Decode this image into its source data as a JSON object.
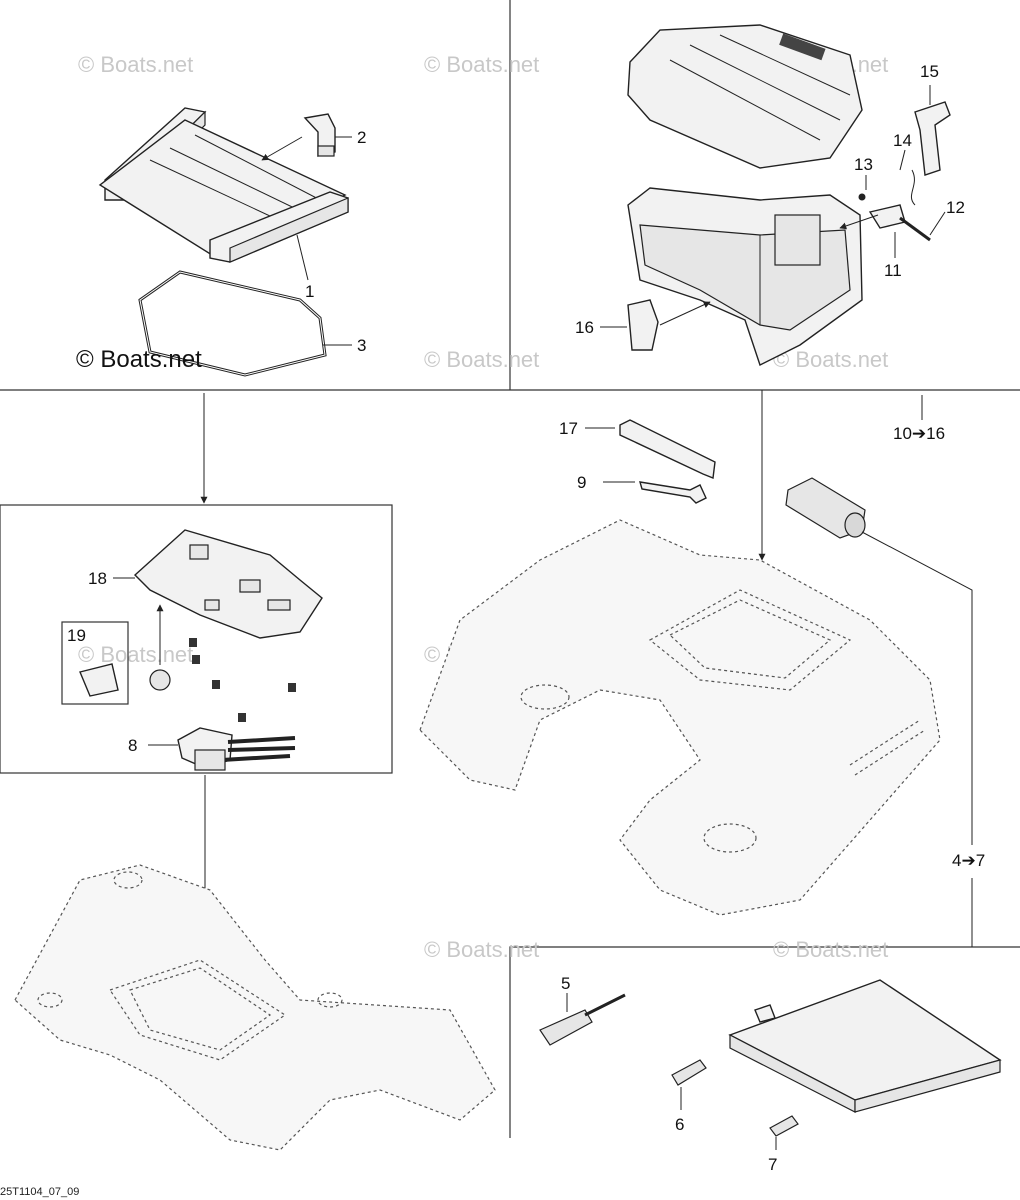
{
  "watermark": "© Boats.net",
  "brand_label": "© Boats.net",
  "drawing_code": "25T1104_07_09",
  "callouts": {
    "c1": "1",
    "c2": "2",
    "c3": "3",
    "c5": "5",
    "c6": "6",
    "c7": "7",
    "c8": "8",
    "c9": "9",
    "c11": "11",
    "c12": "12",
    "c13": "13",
    "c14": "14",
    "c15": "15",
    "c16": "16",
    "c17": "17",
    "c18": "18",
    "c19": "19",
    "range_10_16": "10➔16",
    "range_4_7": "4➔7"
  }
}
